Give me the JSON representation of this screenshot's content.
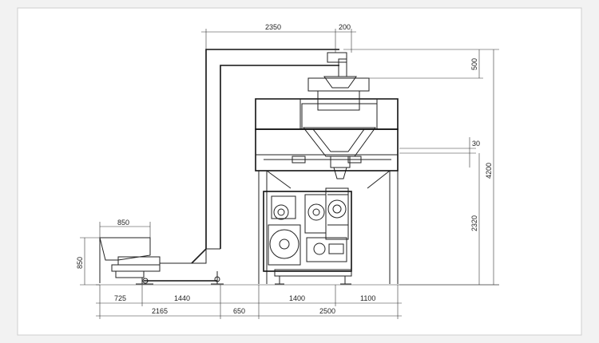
{
  "drawing": {
    "title": "",
    "dimensions": {
      "top_width_2350": "2350",
      "top_width_200": "200",
      "right_500": "500",
      "right_30": "30",
      "right_4200": "4200",
      "right_2320": "2320",
      "left_850_width": "850",
      "left_850_height": "850",
      "bottom_725": "725",
      "bottom_1440": "1440",
      "bottom_1400": "1400",
      "bottom_1100": "1100",
      "bottom_2165": "2165",
      "bottom_650": "650",
      "bottom_2500": "2500"
    }
  }
}
